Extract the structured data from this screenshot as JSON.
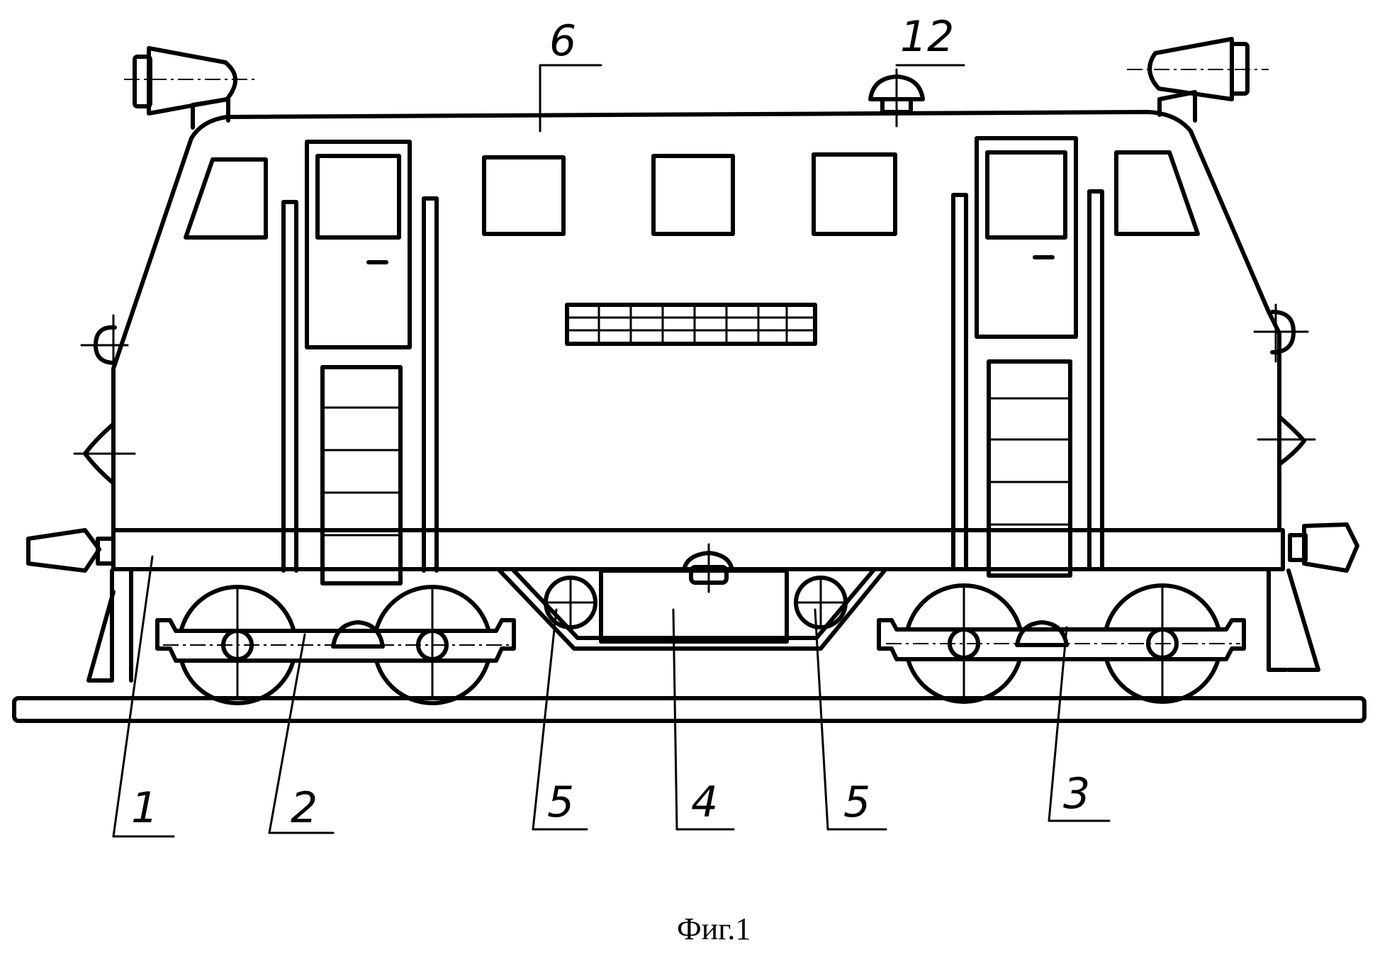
{
  "caption": "Фиг.1",
  "labels": {
    "frame": "1",
    "bogie_left": "2",
    "bogie_right": "3",
    "center_unit": "4",
    "pivot_left": "5",
    "pivot_right": "5",
    "body": "6",
    "roof_item": "12"
  }
}
